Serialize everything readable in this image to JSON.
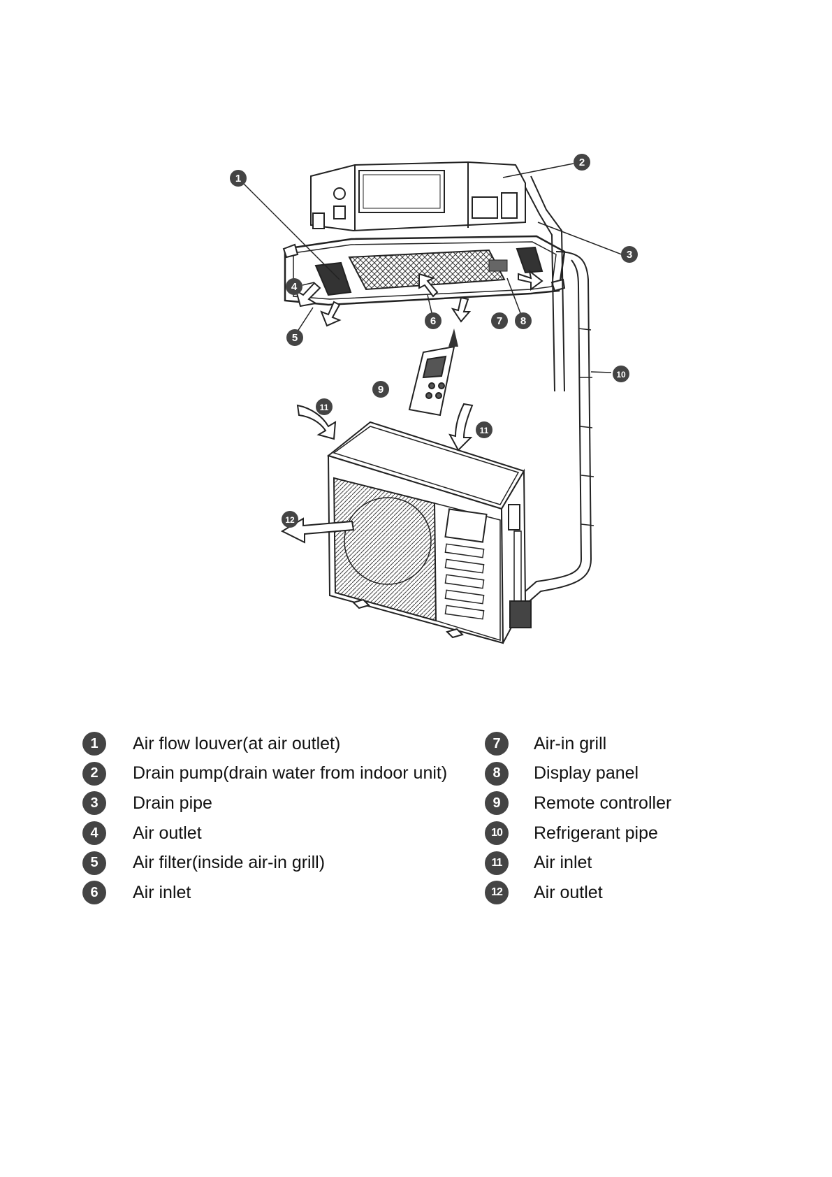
{
  "callouts": [
    "1",
    "2",
    "3",
    "4",
    "5",
    "6",
    "7",
    "8",
    "9",
    "10",
    "11",
    "11",
    "12"
  ],
  "legend_left": [
    {
      "num": "1",
      "text": "Air flow louver(at air outlet)"
    },
    {
      "num": "2",
      "text": "Drain pump(drain water from indoor unit)"
    },
    {
      "num": "3",
      "text": "Drain pipe"
    },
    {
      "num": "4",
      "text": "Air outlet"
    },
    {
      "num": "5",
      "text": "Air filter(inside air-in grill)"
    },
    {
      "num": "6",
      "text": "Air inlet"
    }
  ],
  "legend_right": [
    {
      "num": "7",
      "text": "Air-in grill"
    },
    {
      "num": "8",
      "text": "Display panel"
    },
    {
      "num": "9",
      "text": "Remote controller"
    },
    {
      "num": "10",
      "text": "Refrigerant pipe"
    },
    {
      "num": "11",
      "text": "Air inlet"
    },
    {
      "num": "12",
      "text": "Air outlet"
    }
  ]
}
